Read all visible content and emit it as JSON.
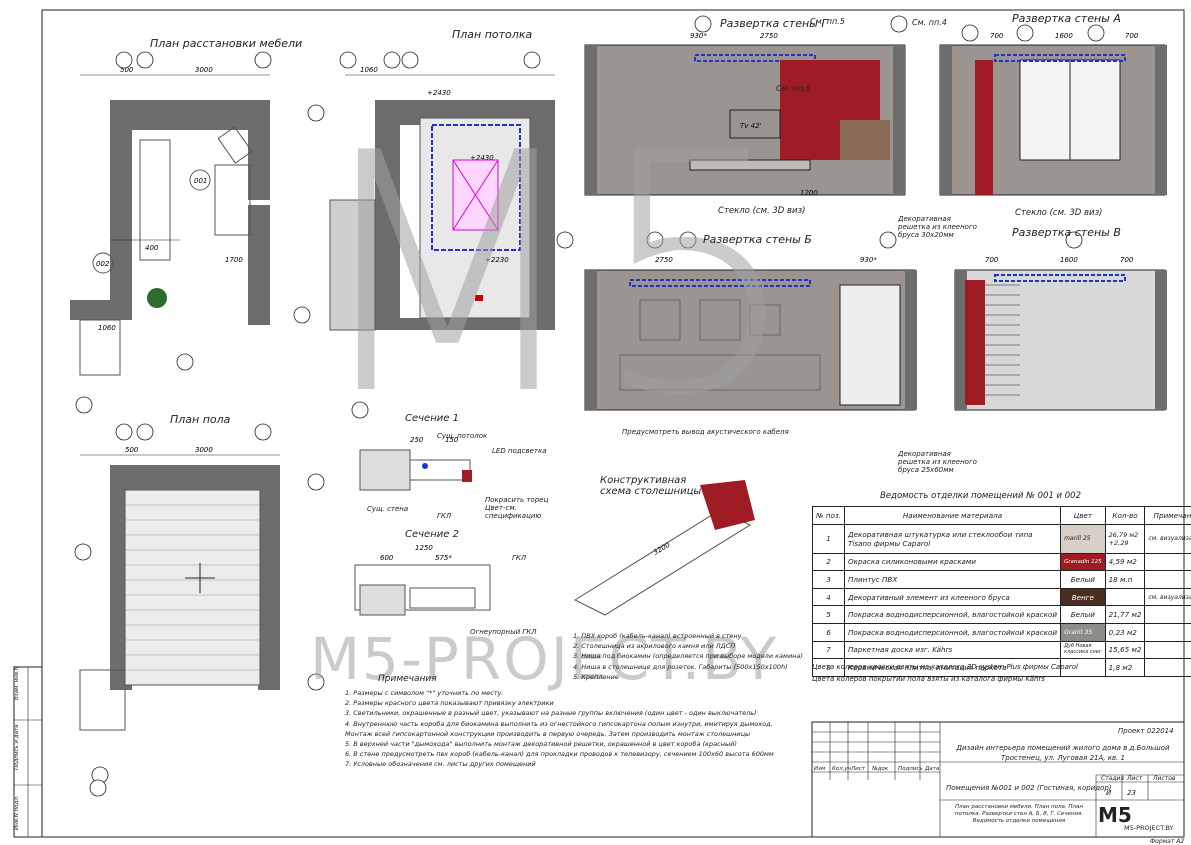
{
  "plans": {
    "furniture": "План расстановки мебели",
    "ceiling": "План потолка",
    "floor": "План пола"
  },
  "elevations": {
    "g": "Развертка стены Г",
    "a": "Развертка стены А",
    "b": "Развертка стены Б",
    "v": "Развертка стены В"
  },
  "sections": {
    "s1": "Сечение 1",
    "s2": "Сечение 2",
    "construct": "Конструктивная схема столешницы"
  },
  "annotations": {
    "see_pp5": "См. пп.5",
    "see_pp4": "См. пп.4",
    "see_pp6": "См. пп.6",
    "glass": "Стекло (см. 3D виз)",
    "grille1": "Декоративная решетка из клееного бруса 30х20мм",
    "grille2": "Декоративная решетка из клееного бруса 25х60мм",
    "acoustic": "Предусмотреть вывод акустического кабеля",
    "tv": "Tv 42'",
    "led": "LED подсветка",
    "exist_ceiling": "Сущ. потолок",
    "exist_wall": "Сущ. стена",
    "paint_edge": "Покрасить торец Цвет-см. спецификацию",
    "gkl": "ГКЛ",
    "gkl2": "ГКЛ",
    "fire_gkl": "Огнеупорный ГКЛ",
    "room1": "001",
    "room2": "002"
  },
  "construct_list": [
    "1. ПВХ короб (кабель-канал) встроенный в стену",
    "2. Столешница из акрилового камня или ЛДСП",
    "3. Ниша под биокамин (определяется при выборе модели камина)",
    "4. Ниша в столешнице для розеток. Габариты (500х150х100h)",
    "5. Крепление"
  ],
  "notes": {
    "title": "Примечания",
    "items": [
      "1. Размеры с символом \"*\" уточнить по месту.",
      "2. Размеры красного цвета показывают привязку электрики",
      "3. Светильники, окрашенные в разный цвет, указывают на разные группы включения (один цвет - один выключатель)",
      "4. Внутреннюю часть короба для биокамина выполнить из огнестойкого гипсокартона полым изнутри, имитируя дымоход.",
      "Монтаж всей гипсокартонной конструкции производить в первую очередь. Затем производить монтаж столешницы",
      "5. В верхней части \"дымохода\" выполнить монтаж декоративной решетки, окрашенной в цвет короба (красный)",
      "6. В стене предусмотреть пвх короб (кабель-канал) для прокладки проводов к телевизору, сечением 100х60 высота 600мм",
      "7. Условные обозначения см. листы других помещений"
    ]
  },
  "spec": {
    "title": "Ведомость отделки помещений № 001 и 002",
    "headers": [
      "№ поз.",
      "Наименование материала",
      "Цвет",
      "Кол-во",
      "Примечание"
    ],
    "rows": [
      {
        "n": "1",
        "name": "Декоративная штукатурка или стеклообои типа Tisano фирмы Caparol",
        "color": "marill 25",
        "qty": "26,79 м2 +2,29",
        "note": "см. визуализацию"
      },
      {
        "n": "2",
        "name": "Окраска силиконовыми красками",
        "color": "Granadin 125",
        "qty": "4,59 м2",
        "note": ""
      },
      {
        "n": "3",
        "name": "Плинтус ПВХ",
        "color": "Белый",
        "qty": "18 м.п",
        "note": ""
      },
      {
        "n": "4",
        "name": "Декоративный элемент из клееного бруса",
        "color": "Венге",
        "qty": "",
        "note": "см. визуализацию"
      },
      {
        "n": "5",
        "name": "Покраска воднодисперсионной, влагостойкой краской",
        "color": "Белый",
        "qty": "21,77 м2",
        "note": ""
      },
      {
        "n": "6",
        "name": "Покраска воднодисперсионной, влагостойкой краской",
        "color": "Granit 35",
        "qty": "0,23 м2",
        "note": ""
      },
      {
        "n": "7",
        "name": "Паркетная доска изг. Kährs",
        "color": "Дуб Новая классика снег",
        "qty": "15,65 м2",
        "note": ""
      },
      {
        "n": "8",
        "name": "Керамическая плитка, имитация паркета",
        "color": "",
        "qty": "1,8 м2",
        "note": ""
      }
    ],
    "foot1": "Цвета колеров краски взяты из каталога 3D system Plus фирмы Caparol",
    "foot2": "Цвета колеров покрытий пола взяты из каталога фирмы Kährs"
  },
  "titleblock": {
    "project": "Проект 022014",
    "design": "Дизайн интерьера помещений жилого дома в  д.Большой Тростенец, ул. Луговая 21А, кв. 1",
    "rooms": "Помещения №001 и 002 (Гостиная, коридор)",
    "sheet_desc": "План расстановки мебели. План пола. План потолка. Развертки стен А, Б, В, Г. Сечения. Ведомость отделки помещения",
    "stage_label": "Стадия",
    "sheet_label": "Лист",
    "sheets_label": "Листов",
    "stage": "И",
    "sheet": "23",
    "sheets": "",
    "cols": [
      "Изм",
      "Кол.уч",
      "Лист",
      "№док",
      "Подпись",
      "Дата"
    ],
    "logo": "M5",
    "site": "M5-PROJECT.BY",
    "format": "Формат А2",
    "side1": "Взам. инв.N",
    "side2": "Подпись и дата",
    "side3": "Инв.N подл."
  },
  "watermark": {
    "big": "M5",
    "text": "M5-PROJECT.BY"
  },
  "colors": {
    "accent_red": "#a01c24",
    "wall_gray": "#6d6d6d",
    "blue": "#2233cc",
    "magenta": "#e000e0"
  }
}
